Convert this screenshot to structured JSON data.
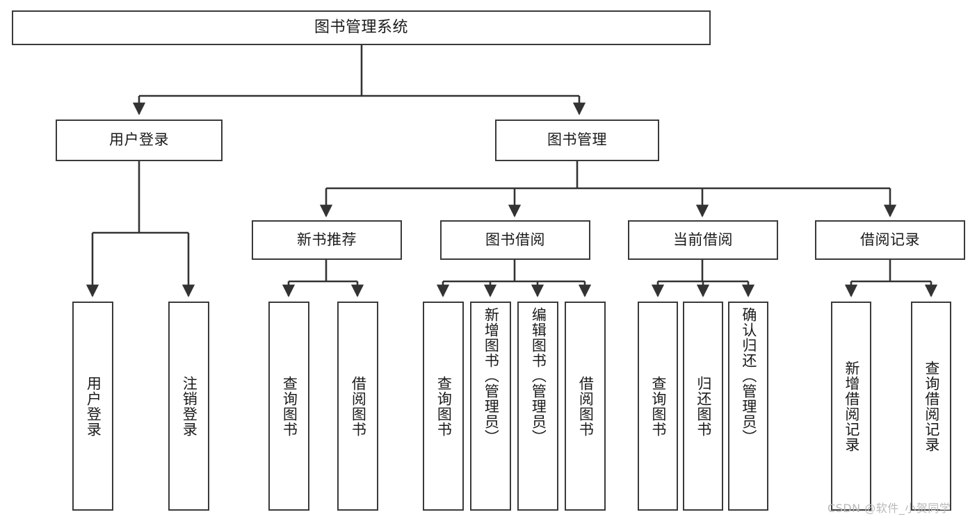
{
  "diagram": {
    "title_box": {
      "label": "图书管理系统"
    },
    "level1": [
      {
        "id": "user-login",
        "label": "用户登录"
      },
      {
        "id": "book-management",
        "label": "图书管理"
      }
    ],
    "level2": [
      {
        "id": "new-book-recommend",
        "label": "新书推荐"
      },
      {
        "id": "book-borrow",
        "label": "图书借阅"
      },
      {
        "id": "current-borrow",
        "label": "当前借阅"
      },
      {
        "id": "borrow-record",
        "label": "借阅记录"
      }
    ],
    "leaves": {
      "user_login": [
        {
          "id": "leaf-user-login",
          "label": "用户登录",
          "orientation": "vertical"
        },
        {
          "id": "leaf-logout-login",
          "label": "注销登录",
          "orientation": "vertical"
        }
      ],
      "new_book_recommend": [
        {
          "id": "leaf-query-book-1",
          "label": "查询图书",
          "orientation": "vertical"
        },
        {
          "id": "leaf-borrow-book-1",
          "label": "借阅图书",
          "orientation": "vertical"
        }
      ],
      "book_borrow": [
        {
          "id": "leaf-query-book-2",
          "label": "查询图书",
          "orientation": "vertical"
        },
        {
          "id": "leaf-add-book",
          "label": "新增图书（管理员）",
          "orientation": "vertical"
        },
        {
          "id": "leaf-edit-book",
          "label": "编辑图书（管理员）",
          "orientation": "vertical"
        },
        {
          "id": "leaf-borrow-book-2",
          "label": "借阅图书",
          "orientation": "vertical"
        }
      ],
      "current_borrow": [
        {
          "id": "leaf-query-book-3",
          "label": "查询图书",
          "orientation": "vertical"
        },
        {
          "id": "leaf-return-book",
          "label": "归还图书",
          "orientation": "vertical"
        },
        {
          "id": "leaf-confirm-return",
          "label": "确认归还（管理员）",
          "orientation": "vertical"
        }
      ],
      "borrow_record": [
        {
          "id": "leaf-add-borrow-record",
          "label": "新增借阅记录",
          "orientation": "vertical"
        },
        {
          "id": "leaf-query-borrow-record",
          "label": "查询借阅记录",
          "orientation": "vertical"
        }
      ]
    },
    "watermark": {
      "text": "CSDN @软件_小贺同学"
    },
    "colors": {
      "box_border": "#3a3a3a",
      "connector": "#333333",
      "text": "#1a1a1a",
      "background": "#ffffff",
      "watermark": "#b9b9b9"
    }
  }
}
